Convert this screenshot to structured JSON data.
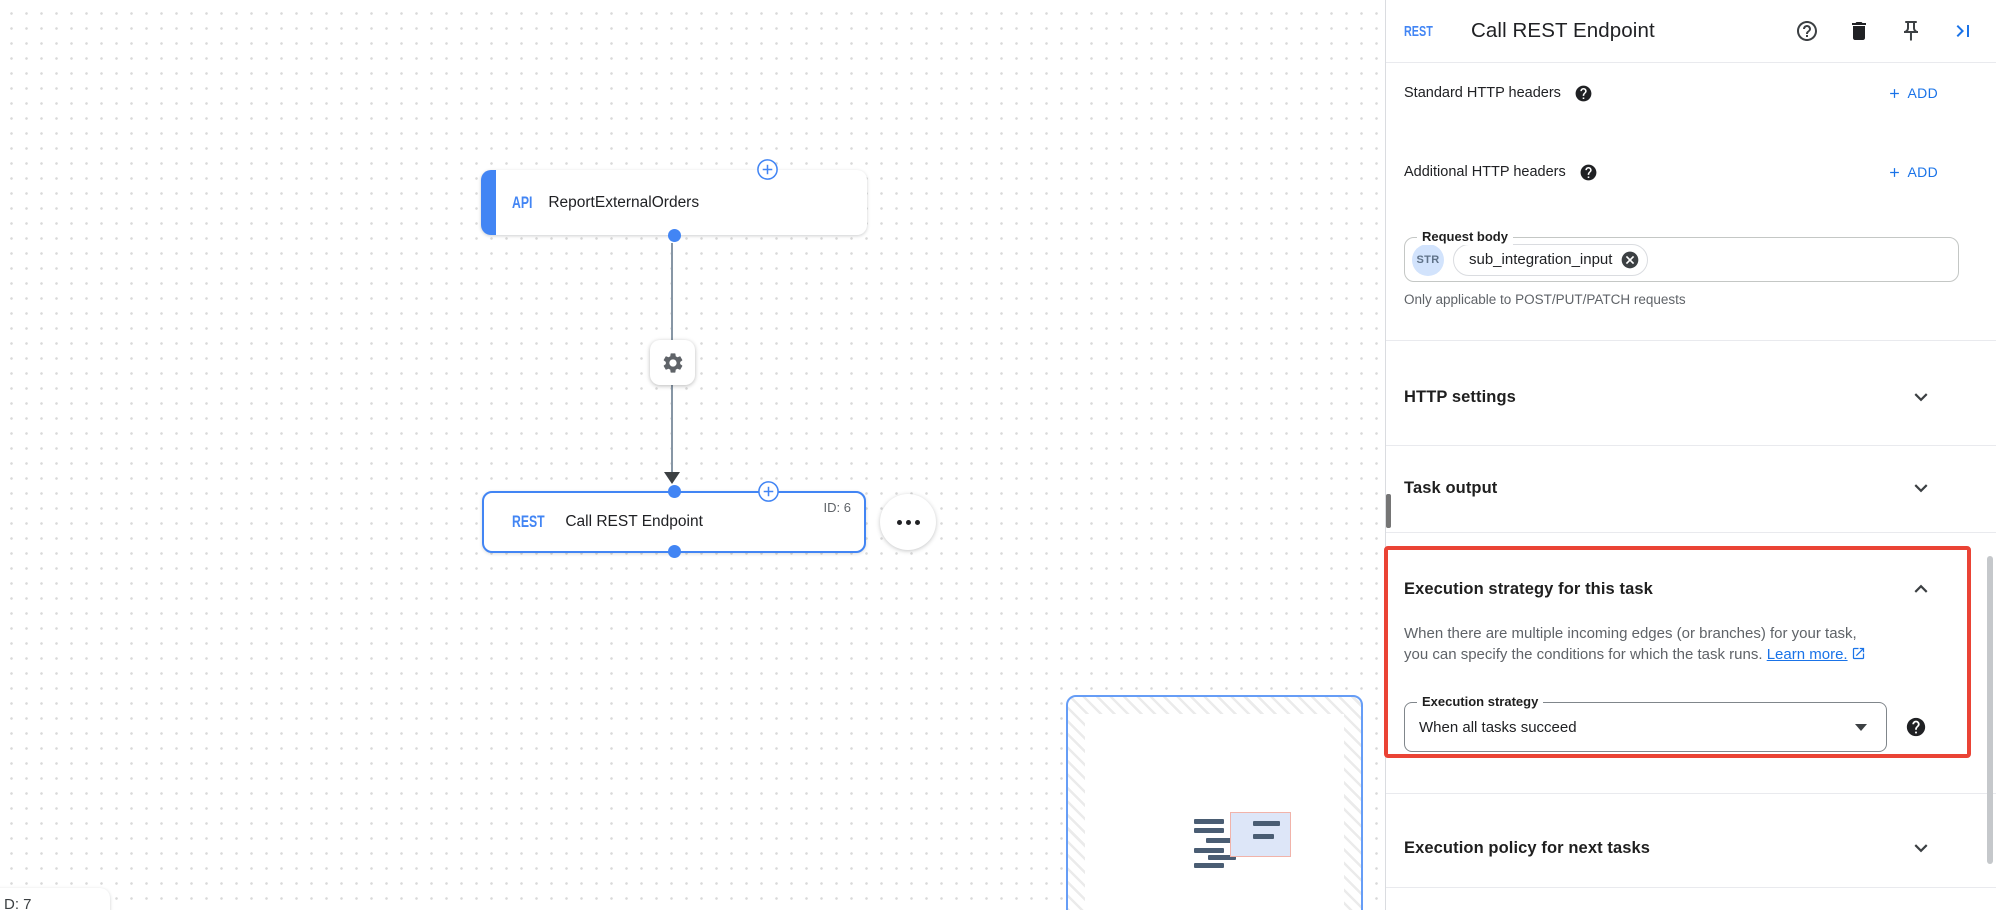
{
  "canvas": {
    "trigger_node": {
      "badge": "API",
      "label": "ReportExternalOrders"
    },
    "task_node": {
      "badge": "REST",
      "label": "Call REST Endpoint",
      "id_label": "ID: 6"
    },
    "partial_node": {
      "label": "D: 7"
    }
  },
  "panel": {
    "header": {
      "badge": "REST",
      "title": "Call REST Endpoint"
    },
    "rows": {
      "standard_headers": {
        "label": "Standard HTTP headers",
        "add_label": "ADD"
      },
      "additional_headers": {
        "label": "Additional HTTP headers",
        "add_label": "ADD"
      }
    },
    "request_body": {
      "label": "Request body",
      "type_chip": "STR",
      "value_chip": "sub_integration_input",
      "helper": "Only applicable to POST/PUT/PATCH requests"
    },
    "sections": {
      "http_settings": {
        "title": "HTTP settings"
      },
      "task_output": {
        "title": "Task output"
      },
      "execution_strategy": {
        "title": "Execution strategy for this task",
        "description_line1": "When there are multiple incoming edges (or branches) for your task,",
        "description_line2": "you can specify the conditions for which the task runs.",
        "learn_more_label": "Learn more.",
        "field_label": "Execution strategy",
        "field_value": "When all tasks succeed"
      },
      "execution_policy": {
        "title": "Execution policy for next tasks"
      }
    }
  },
  "colors": {
    "accent_blue": "#1a73e8",
    "node_blue": "#4285f4",
    "highlight_red": "#ea4335"
  }
}
